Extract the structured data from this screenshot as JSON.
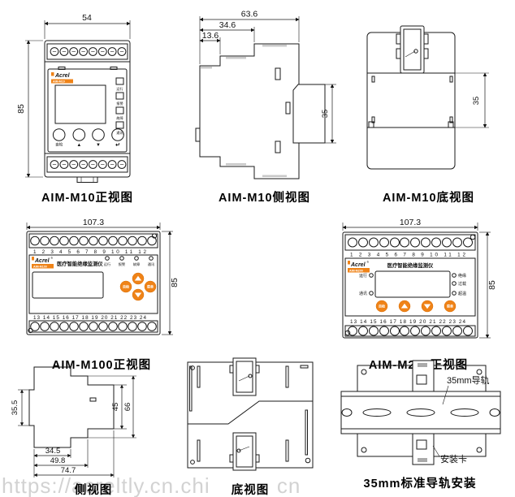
{
  "watermark": "https://acreltly.cn.chi          cn",
  "colors": {
    "accent": "#ef8318",
    "line": "#1a1a1a",
    "watermark_gray": "#c8c8c8"
  },
  "brand": {
    "name": "Acrel",
    "reg": "®"
  },
  "product_title": "医疗智能绝缘监测仪",
  "terminals": {
    "top_row": "1 2 3 4 5 6 7 8 9 10 11 12",
    "bottom_row": "13 14 15 16 17 18 19 20 21 22 23 24"
  },
  "views": {
    "m10_front": {
      "caption": "AIM-M10正视图",
      "model": "AIM-M10",
      "dim_width": "54",
      "dim_height": "85",
      "indicators": [
        "运行",
        "报警",
        "故障",
        "通讯"
      ],
      "buttons": {
        "self_test": "自检",
        "up": "▲",
        "down": "▼",
        "enter": "↵"
      }
    },
    "m10_side": {
      "caption": "AIM-M10侧视图",
      "dim_total": "63.6",
      "dim_mid": "34.6",
      "dim_front": "13.6",
      "dim_rail": "35"
    },
    "m10_bottom": {
      "caption": "AIM-M10底视图",
      "dim_rail": "35"
    },
    "m100_front": {
      "caption": "AIM-M100正视图",
      "model": "AIM-M100",
      "dim_width": "107.3",
      "dim_height": "85",
      "indicators": [
        "运行",
        "报警",
        "故障",
        "通讯"
      ],
      "buttons": {
        "self_test": "自检",
        "menu": "菜单"
      }
    },
    "m200_front": {
      "caption": "AIM-M200正视图",
      "model": "AIM-M200",
      "dim_width": "107.3",
      "dim_height": "85",
      "left_indicators": [
        "运行",
        "通讯"
      ],
      "right_indicators": [
        "绝缘",
        "过载",
        "超温"
      ],
      "buttons": {
        "self_test": "自检",
        "menu": "菜单"
      }
    },
    "side_view": {
      "caption": "侧视图",
      "dim_clip": "35.5",
      "dim_inner": "45",
      "dim_outer": "66",
      "dim_b1": "34.5",
      "dim_b2": "49.8",
      "dim_b3": "74.7"
    },
    "bottom_view": {
      "caption": "底视图"
    },
    "rail_mount": {
      "caption": "35mm标准导轨安装",
      "rail_label": "35mm导轨",
      "clip_label": "安装卡"
    }
  }
}
